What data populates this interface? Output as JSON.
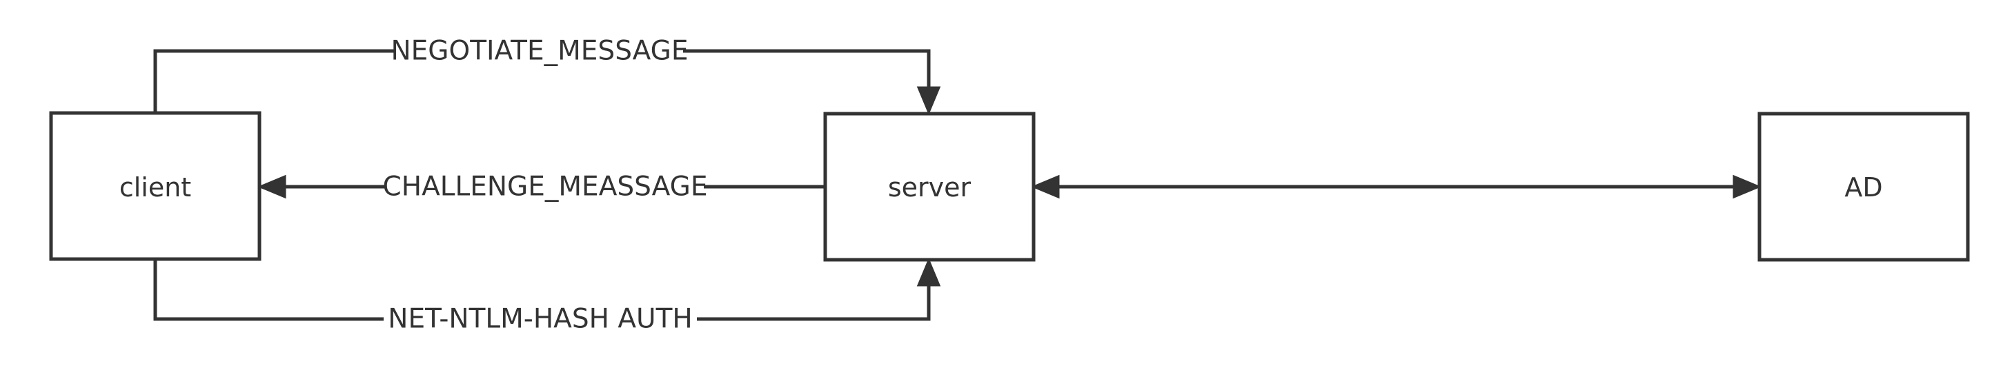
{
  "nodes": {
    "client": {
      "label": "client"
    },
    "server": {
      "label": "server"
    },
    "ad": {
      "label": "AD"
    }
  },
  "edges": {
    "negotiate": {
      "label": "NEGOTIATE_MESSAGE",
      "from": "client",
      "to": "server"
    },
    "challenge": {
      "label": "CHALLENGE_MEASSAGE",
      "from": "server",
      "to": "client"
    },
    "auth": {
      "label": "NET-NTLM-HASH AUTH",
      "from": "client",
      "to": "server"
    },
    "server_ad": {
      "label": "",
      "from": "server",
      "to": "AD",
      "bidirectional": true
    }
  },
  "colors": {
    "stroke": "#333333",
    "background": "#ffffff"
  }
}
